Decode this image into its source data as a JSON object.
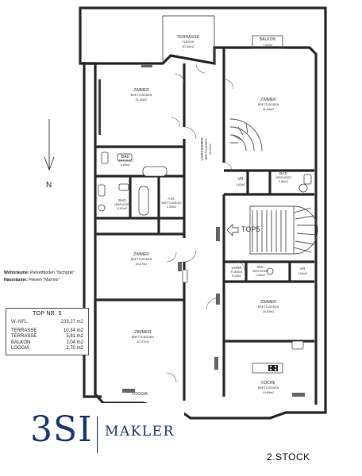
{
  "rooms": {
    "terrasse_top": {
      "name": "TERRASSE",
      "sub": "FLIESEN",
      "area": "10,34m2"
    },
    "balkon": {
      "name": "BALKON",
      "area": "1,04m2"
    },
    "zimmer1": {
      "name": "ZIMMER",
      "sub": "BRETTLBODEN",
      "area": "21,40m2"
    },
    "zimmer2": {
      "name": "ZIMMER",
      "sub": "BRETTLBODEN",
      "area": "31,09m2"
    },
    "bad1": {
      "name": "BAD",
      "sub": "VERFLIESST",
      "area": "6,69m2"
    },
    "vorzimmer": {
      "name": "VORZIMMER",
      "sub": "BRETTLBODEN",
      "area": "26,23m2"
    },
    "bad2": {
      "name": "BAD",
      "sub": "VERFLIESST",
      "area": "6,87m2"
    },
    "ar": {
      "name": "A.R.",
      "sub": "BRETTLBODEN",
      "area": "2,39m2"
    },
    "vr": {
      "name": "VR",
      "area": "3,63m2"
    },
    "bad3": {
      "name": "BAD",
      "sub": "VERFLIESST",
      "area": "4,65m2"
    },
    "top5": {
      "name": "TOP5"
    },
    "zimmer3": {
      "name": "ZIMMER",
      "sub": "BRETTLBODEN",
      "area": "24,27m2"
    },
    "vorr": {
      "name": "VORR",
      "sub": "FLIESEN",
      "area": "5,15m2"
    },
    "wc": {
      "name": "WC",
      "sub": "VERFLIESST",
      "area": "1,53m2"
    },
    "ar2": {
      "name": "AR",
      "area": "1,81m2"
    },
    "zimmer4": {
      "name": "ZIMMER",
      "sub": "BRETTLBODEN",
      "area": "15,53m2"
    },
    "zimmer5": {
      "name": "ZIMMER",
      "sub": "BRETTLBODEN",
      "area": "42,37m2"
    },
    "kueche": {
      "name": "KÜCHE",
      "sub": "BRETTLBODEN",
      "area": "19,89m2"
    },
    "loggia": {
      "name": "LOGGIA"
    }
  },
  "legend": {
    "wohnraeume_label": "Wohnräume:",
    "wohnraeume_value": "Parkettboden \"fischgrät\"",
    "nassraeume_label": "Nassräume:",
    "nassraeume_value": "Fliesen \"Marmor\""
  },
  "top_box": {
    "title": "TOP NR. 5",
    "wnfl_label": "W.-NFL.",
    "wnfl_value": "239,27 m2",
    "rows": [
      {
        "label": "TERRASSE",
        "value": "10,34 m2"
      },
      {
        "label": "TERRASSE",
        "value": "5,81 m2"
      },
      {
        "label": "BALKON",
        "value": "1,04 m2"
      },
      {
        "label": "LOGGIA",
        "value": "2,70 m2"
      }
    ]
  },
  "compass": {
    "label": "N"
  },
  "logo": {
    "mark": "3SI",
    "name": "MAKLER",
    "color": "#1e3a6d"
  },
  "floor_label": "2.STOCK"
}
